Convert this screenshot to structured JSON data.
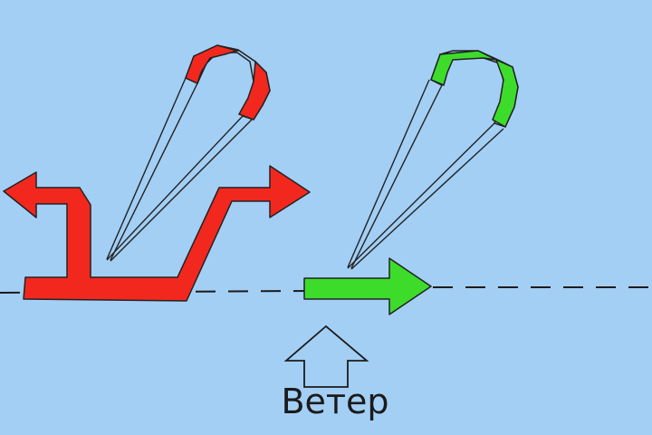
{
  "colors": {
    "background": "#a3cff5",
    "red": "#f2281f",
    "green": "#3ddc2b",
    "outline": "#222222",
    "line": "#1b1b1b",
    "canopy": "#a3cff5"
  },
  "wind": {
    "label": "Ветер",
    "icon": "up-arrow-outline"
  },
  "kites": [
    {
      "state": "wrong",
      "color": "red"
    },
    {
      "state": "right",
      "color": "green"
    }
  ]
}
